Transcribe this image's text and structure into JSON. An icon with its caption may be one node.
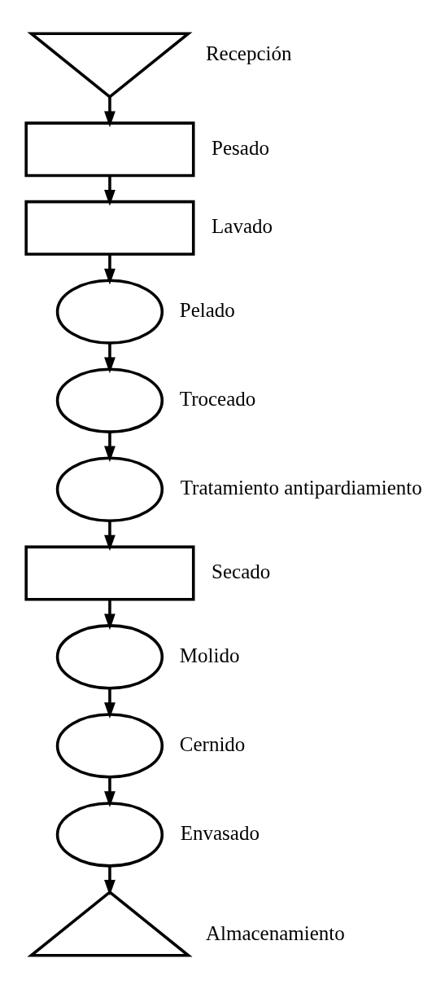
{
  "diagram": {
    "nodes": [
      {
        "text": [],
        "shape": "triangle",
        "beside": [
          "Recepción"
        ]
      },
      {
        "text": [],
        "shape": "box",
        "beside": [
          "Pesado"
        ]
      },
      {
        "text": [],
        "shape": "box",
        "beside": [
          "Lavado"
        ]
      },
      {
        "text": [],
        "shape": "ellipse",
        "beside": [
          "Pelado"
        ]
      },
      {
        "text": [],
        "shape": "ellipse",
        "beside": [
          "Troceado"
        ]
      },
      {
        "text": [],
        "shape": "ellipse",
        "beside": [
          "Tratamiento antipardiamiento"
        ]
      },
      {
        "text": [],
        "shape": "box",
        "beside": [
          "Secado"
        ]
      },
      {
        "text": [],
        "shape": "ellipse",
        "beside": [
          "Molido"
        ]
      },
      {
        "text": [],
        "shape": "ellipse",
        "beside": [
          "Cernido"
        ]
      },
      {
        "text": [],
        "shape": "ellipse",
        "beside": [
          "Envasado"
        ]
      },
      {
        "text": [],
        "shape": "triangle",
        "beside": [
          "Almacenamiento"
        ]
      }
    ],
    "edges": [
      {
        "from": 0,
        "to": 1,
        "arrow": "to"
      },
      {
        "from": 1,
        "to": 2,
        "arrow": "to"
      },
      {
        "from": 2,
        "to": 3,
        "arrow": "to"
      },
      {
        "from": 3,
        "to": 4,
        "arrow": "to"
      },
      {
        "from": 4,
        "to": 5,
        "arrow": "to"
      },
      {
        "from": 5,
        "to": 6,
        "arrow": "to"
      },
      {
        "from": 6,
        "to": 7,
        "arrow": "to"
      },
      {
        "from": 7,
        "to": 8,
        "arrow": "to"
      },
      {
        "from": 8,
        "to": 9,
        "arrow": "to"
      },
      {
        "from": 9,
        "to": 10,
        "arrow": "to"
      }
    ]
  }
}
